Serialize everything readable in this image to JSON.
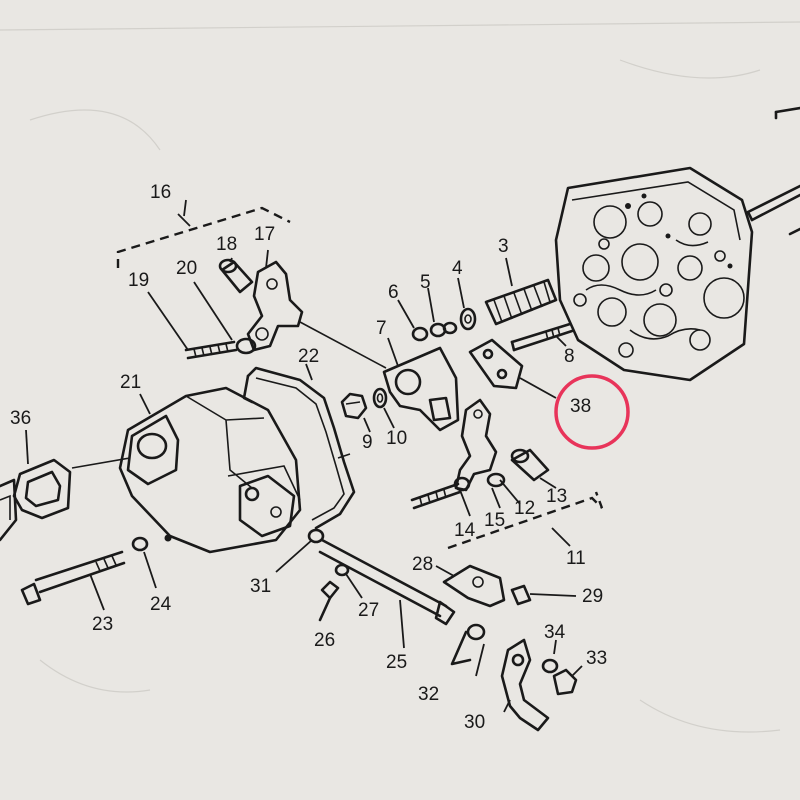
{
  "diagram": {
    "labels": {
      "l3": "3",
      "l4": "4",
      "l5": "5",
      "l6": "6",
      "l7": "7",
      "l8": "8",
      "l9": "9",
      "l10": "10",
      "l11": "11",
      "l12": "12",
      "l13": "13",
      "l14": "14",
      "l15": "15",
      "l16": "16",
      "l17": "17",
      "l18": "18",
      "l19": "19",
      "l20": "20",
      "l21": "21",
      "l22": "22",
      "l23": "23",
      "l24": "24",
      "l25": "25",
      "l26": "26",
      "l27": "27",
      "l28": "28",
      "l29": "29",
      "l30": "30",
      "l31": "31",
      "l32": "32",
      "l33": "33",
      "l34": "34",
      "l36": "36",
      "l38": "38"
    },
    "highlight_color": "#e8345a",
    "ink_color": "#1a1a1a",
    "paper_color": "#e9e7e3"
  }
}
